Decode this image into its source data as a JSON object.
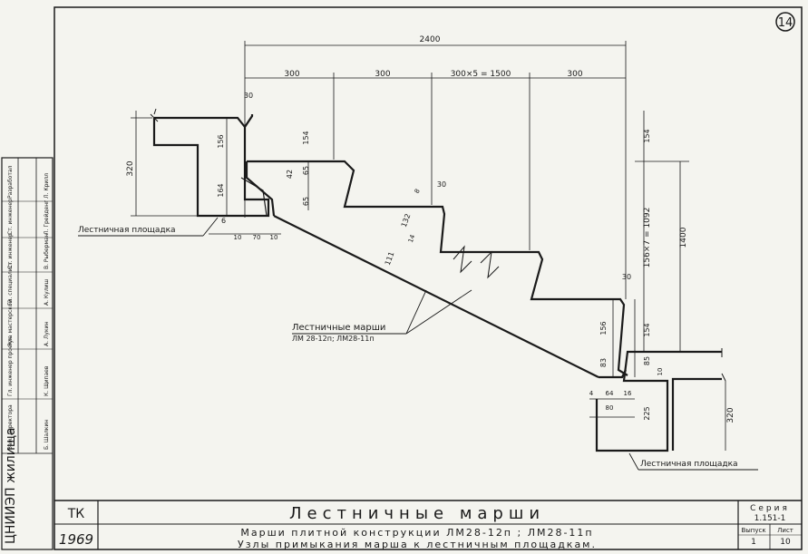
{
  "sheet": {
    "page_number": "14",
    "dimensions": {
      "total_width": "2400",
      "span_1": "300",
      "span_2": "300",
      "span_middle": "300×5 = 1500",
      "span_4": "300",
      "left_total_height": "320",
      "left_upper": "156",
      "left_lower": "164",
      "left_gap": "6",
      "left_bottom_a": "10",
      "left_bottom_b": "70",
      "left_bottom_c": "10",
      "notch_top": "30",
      "step_154_top": "154",
      "step_65_upper": "65",
      "step_42": "42",
      "step_65_lower": "65",
      "top_step_30": "30",
      "step_8": "8",
      "step_132": "132",
      "step_14": "14",
      "step_111": "111",
      "right_154": "154",
      "right_riser_total": "156×7 = 1092",
      "right_total_1400": "1400",
      "lower_30": "30",
      "lower_156": "156",
      "lower_154": "154",
      "lower_83": "83",
      "lower_85": "85",
      "lower_10": "10",
      "bottom_4": "4",
      "bottom_64": "64",
      "bottom_16": "16",
      "bottom_80": "80",
      "bottom_225": "225",
      "right_landing_320": "320"
    },
    "labels": {
      "landing_left": "Лестничная площадка",
      "marches_line1": "Лестничные марши",
      "marches_line2": "ЛМ 28-12п; ЛМ28-11п",
      "landing_right": "Лестничная площадка"
    },
    "title_block": {
      "code": "ТК",
      "year": "1969",
      "main_title": "Лестничные марши",
      "subtitle_line1": "Марши плитной конструкции ЛМ28-12п ; ЛМ28-11п",
      "subtitle_line2": "Узлы примыкания марша к лестничным площадкам.",
      "series_label": "Серия",
      "series_value": "1.151-1",
      "issue_label": "Выпуск",
      "issue_value": "1",
      "sheet_label": "Лист",
      "sheet_value": "10"
    },
    "side_stamp": {
      "org": "ЦНИИЭП жилища",
      "rows": [
        "Зам. директора",
        "Гл. инженер проекта",
        "Рук. мастерской",
        "Гл. специалист",
        "Ст. инженер",
        "Ст. инженер",
        "Разработал"
      ],
      "names": [
        "Б. Шалкин",
        "К. Щипаев",
        "А. Лукин",
        "А. Кулиш",
        "В. Рыберман",
        "Л. Грейденг",
        "Л. Крилл"
      ]
    }
  }
}
